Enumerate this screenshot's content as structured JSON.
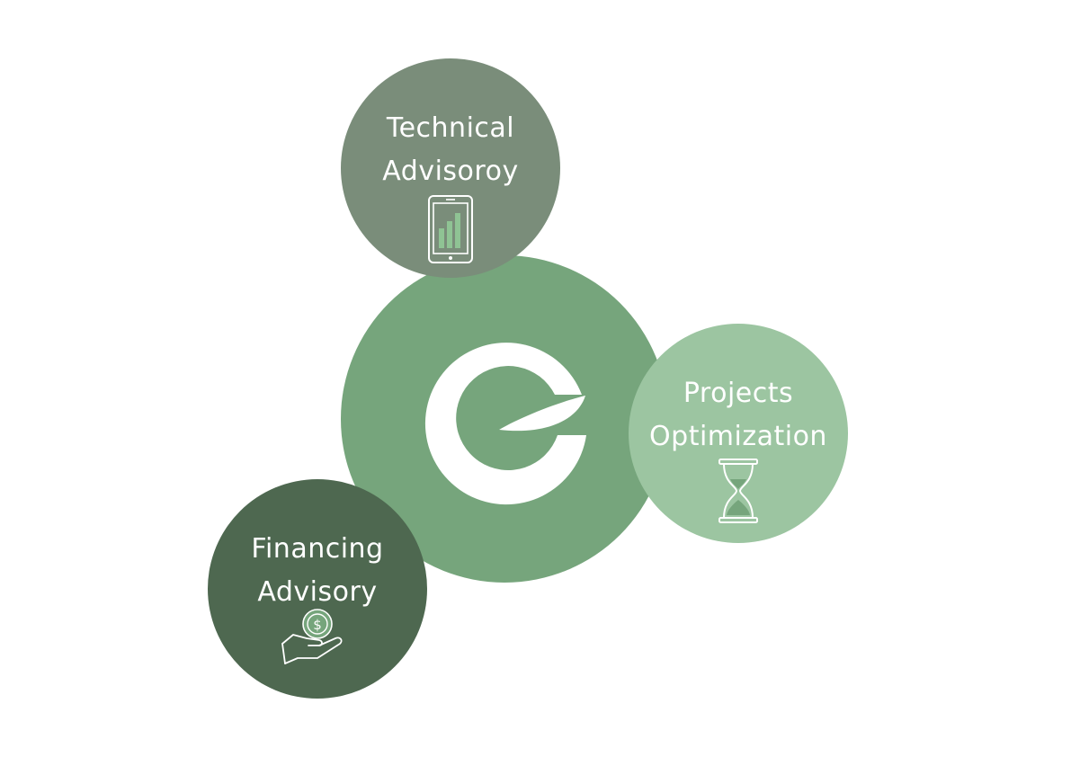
{
  "diagram": {
    "hub": {
      "logo_icon": "leaf-g-logo-icon"
    },
    "nodes": [
      {
        "id": "technical",
        "line1": "Technical",
        "line2": "Advisoroy",
        "icon": "tablet-bar-chart-icon",
        "color": "#7a8d7a"
      },
      {
        "id": "projects",
        "line1": "Projects",
        "line2": "Optimization",
        "icon": "hourglass-icon",
        "color": "#9cc5a1"
      },
      {
        "id": "financing",
        "line1": "Financing",
        "line2": "Advisory",
        "icon": "hand-coin-icon",
        "color": "#4e6850"
      }
    ],
    "colors": {
      "hub": "#76a57c",
      "text": "#ffffff",
      "icon_accent": "#8fc394"
    }
  }
}
